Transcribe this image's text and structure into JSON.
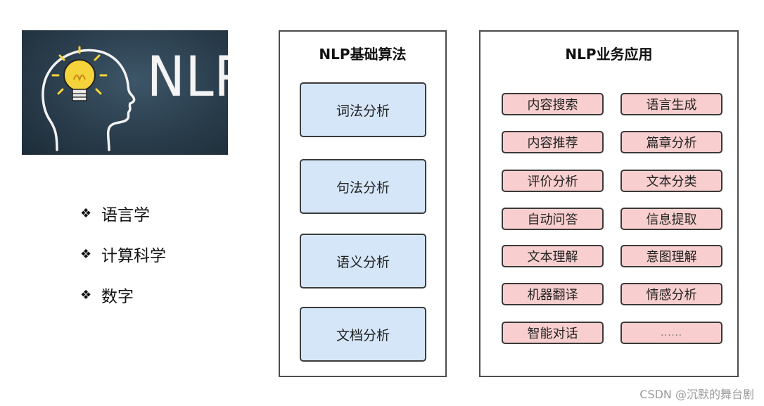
{
  "hero": {
    "logo_text": "NLP"
  },
  "bullets": [
    "语言学",
    "计算科学",
    "数字"
  ],
  "bullet_glyph": "❖",
  "algorithms_panel": {
    "title": "NLP基础算法",
    "items": [
      "词法分析",
      "句法分析",
      "语义分析",
      "文档分析"
    ]
  },
  "applications_panel": {
    "title": "NLP业务应用",
    "items": [
      "内容搜索",
      "语言生成",
      "内容推荐",
      "篇章分析",
      "评价分析",
      "文本分类",
      "自动问答",
      "信息提取",
      "文本理解",
      "意图理解",
      "机器翻译",
      "情感分析",
      "智能对话",
      "......"
    ]
  },
  "watermark": "CSDN @沉默的舞台剧",
  "colors": {
    "algo_box_fill": "#d5e6f8",
    "app_box_fill": "#f8cece",
    "hero_background": "#2a3d4c",
    "bulb": "#f5d33a"
  }
}
